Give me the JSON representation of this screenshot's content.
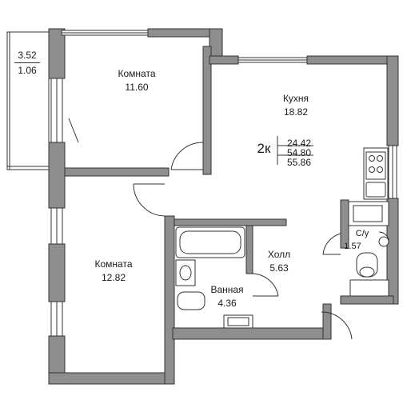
{
  "balcony": {
    "area_top": "3.52",
    "area_bottom": "1.06"
  },
  "rooms": {
    "room1": {
      "name": "Комната",
      "area": "11.60"
    },
    "kitchen": {
      "name": "Кухня",
      "area": "18.82"
    },
    "room2": {
      "name": "Комната",
      "area": "12.82"
    },
    "hall": {
      "name": "Холл",
      "area": "5.63"
    },
    "bathroom": {
      "name": "Ванная",
      "area": "4.36"
    },
    "wc": {
      "name": "С/у",
      "area": "1.57"
    }
  },
  "summary": {
    "rooms": "2к",
    "living_area": "24.42",
    "total_area": "54.80",
    "total_with_balcony": "55.86"
  },
  "colors": {
    "wall": "#8e8e8e",
    "wall_stroke": "#333333",
    "line": "#333333",
    "window": "#ffffff"
  }
}
